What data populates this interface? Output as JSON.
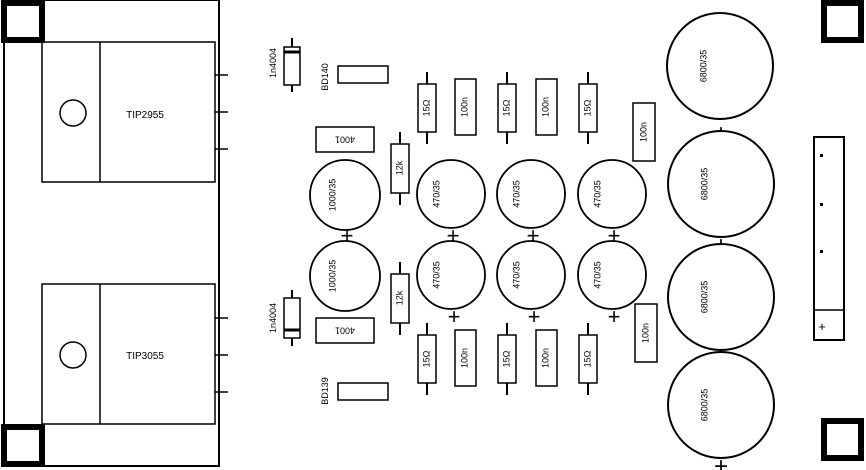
{
  "board": {
    "heatsink": {
      "transistors": [
        {
          "name": "TIP2955"
        },
        {
          "name": "TIP3055"
        }
      ]
    },
    "diodes": [
      {
        "name": "1n4004"
      },
      {
        "name": "1n4004"
      }
    ],
    "driver_transistors": [
      {
        "name": "BD140"
      },
      {
        "name": "BD139"
      }
    ],
    "small_diodes": [
      {
        "name": "4001"
      },
      {
        "name": "4001"
      }
    ],
    "resistors": [
      {
        "value": "12k"
      },
      {
        "value": "12k"
      },
      {
        "value": "15Ω"
      },
      {
        "value": "15Ω"
      },
      {
        "value": "15Ω"
      },
      {
        "value": "15Ω"
      },
      {
        "value": "15Ω"
      },
      {
        "value": "15Ω"
      }
    ],
    "film_caps": [
      {
        "value": "100n"
      },
      {
        "value": "100n"
      },
      {
        "value": "100n"
      },
      {
        "value": "100n"
      },
      {
        "value": "100n"
      },
      {
        "value": "100n"
      }
    ],
    "electrolytics_medium": [
      {
        "value": "1000/35"
      },
      {
        "value": "1000/35"
      },
      {
        "value": "470/35"
      },
      {
        "value": "470/35"
      },
      {
        "value": "470/35"
      },
      {
        "value": "470/35"
      },
      {
        "value": "470/35"
      },
      {
        "value": "470/35"
      }
    ],
    "electrolytics_large": [
      {
        "value": "6800/35"
      },
      {
        "value": "6800/35"
      },
      {
        "value": "6800/35"
      },
      {
        "value": "6800/35"
      }
    ],
    "connector": {
      "polarity_mark": "+"
    },
    "polarity_symbol": "+"
  }
}
